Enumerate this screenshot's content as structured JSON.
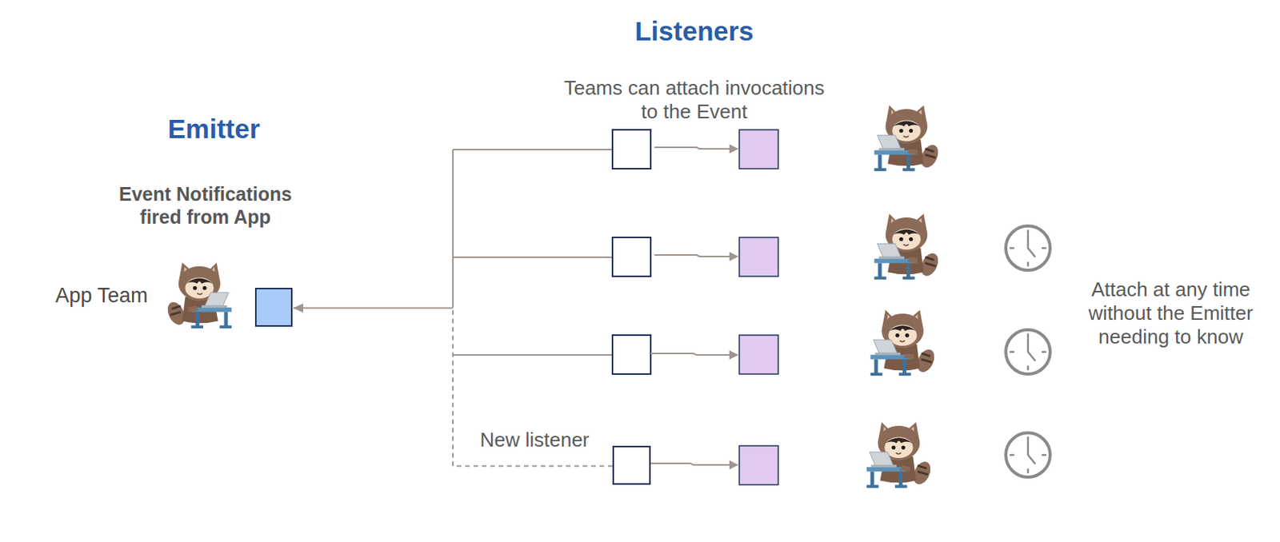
{
  "diagram": {
    "nodes": [
      {
        "text": [
          "Emitter",
          "Event Notifications fired from App"
        ]
      },
      {
        "text": [
          "New listener"
        ]
      }
    ],
    "edges": [
      {
        "from": 1,
        "to": 0,
        "arrow": "to"
      }
    ],
    "labels": [
      "Listeners",
      "Teams can attach invocations to the Event",
      "App Team",
      "Attach at any time without the Emitter needing to know"
    ]
  }
}
